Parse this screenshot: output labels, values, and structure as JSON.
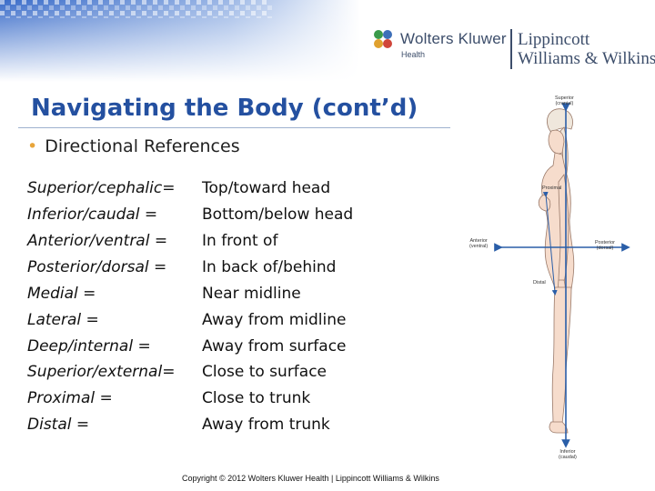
{
  "header": {
    "brand_primary": "Wolters Kluwer",
    "brand_secondary": "Health",
    "publisher_line1": "Lippincott",
    "publisher_line2": "Williams & Wilkins",
    "colors": {
      "title": "#2450a0",
      "bullet": "#e8a53a",
      "logo_text": "#3d4e6b"
    }
  },
  "slide": {
    "title": "Navigating the Body (cont’d)",
    "bullet": "Directional References",
    "rows": [
      {
        "term": "Superior/cephalic=",
        "definition": "Top/toward head"
      },
      {
        "term": "Inferior/caudal =",
        "definition": "Bottom/below head"
      },
      {
        "term": "Anterior/ventral =",
        "definition": "In front of"
      },
      {
        "term": "Posterior/dorsal =",
        "definition": "In back of/behind"
      },
      {
        "term": "Medial =",
        "definition": "Near midline"
      },
      {
        "term": "Lateral =",
        "definition": "Away from midline"
      },
      {
        "term": "Deep/internal =",
        "definition": "Away from surface"
      },
      {
        "term": "Superior/external=",
        "definition": "Close to surface"
      },
      {
        "term": "Proximal =",
        "definition": "Close to trunk"
      },
      {
        "term": "Distal =",
        "definition": "Away from trunk"
      }
    ]
  },
  "figure": {
    "superior": [
      "Superior",
      "(cranial)"
    ],
    "inferior": [
      "Inferior",
      "(caudal)"
    ],
    "anterior": [
      "Anterior",
      "(ventral)"
    ],
    "posterior": [
      "Posterior",
      "(dorsal)"
    ],
    "proximal": "Proximal",
    "distal": "Distal"
  },
  "footer": {
    "copyright": "Copyright © 2012 Wolters Kluwer Health | Lippincott Williams & Wilkins"
  }
}
